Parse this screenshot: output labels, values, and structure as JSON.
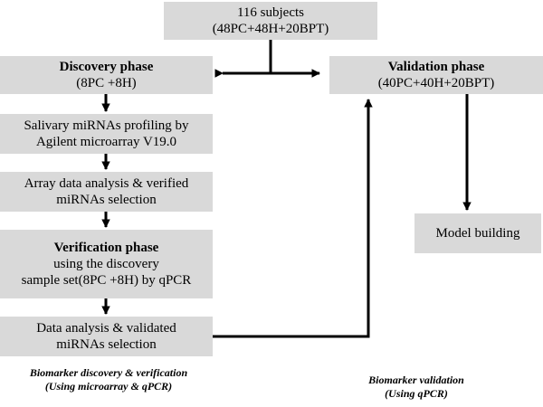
{
  "boxes": {
    "subjects": {
      "line1": "116 subjects",
      "line2": "(48PC+48H+20BPT)"
    },
    "discovery": {
      "title": "Discovery phase",
      "line2": "(8PC +8H)"
    },
    "validation": {
      "title": "Validation phase",
      "line2": "(40PC+40H+20BPT)"
    },
    "profiling": {
      "line1": "Salivary miRNAs profiling by",
      "line2": "Agilent microarray V19.0"
    },
    "array": {
      "line1": "Array data analysis & verified",
      "line2": "miRNAs selection"
    },
    "verification": {
      "title": "Verification phase",
      "line2": "using the discovery",
      "line3": "sample set(8PC +8H) by qPCR"
    },
    "data_analysis": {
      "line1": "Data analysis & validated",
      "line2": "miRNAs selection"
    },
    "model": {
      "line1": "Model building"
    }
  },
  "captions": {
    "left": {
      "line1": "Biomarker discovery & verification",
      "line2": "(Using microarray & qPCR)"
    },
    "right": {
      "line1": "Biomarker validation",
      "line2": "(Using qPCR)"
    }
  },
  "colors": {
    "box_fill": "#d9d9d9",
    "arrow": "#000000"
  }
}
